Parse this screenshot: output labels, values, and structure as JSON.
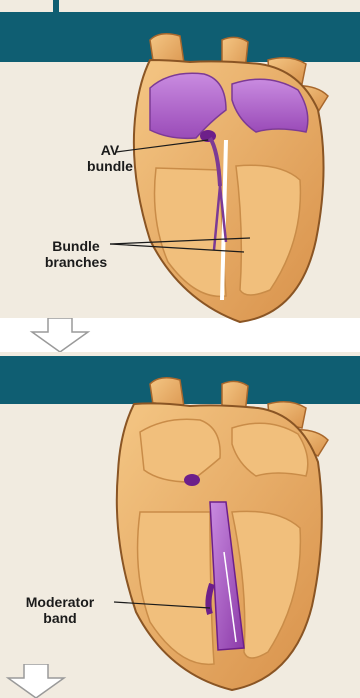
{
  "labels": {
    "av_bundle_line1": "AV",
    "av_bundle_line2": "bundle",
    "bundle_branches_line1": "Bundle",
    "bundle_branches_line2": "branches",
    "moderator_band_line1": "Moderator",
    "moderator_band_line2": "band"
  },
  "colors": {
    "band": "#0f5e72",
    "panel_background": "#f1ebe0",
    "heart_flesh": "#e8a862",
    "conduction_purple": "#8b3aa8",
    "highlight_purple": "#b86fd0"
  },
  "icons": {
    "down_arrow_top": "down-arrow-icon",
    "down_arrow_bottom": "down-arrow-icon"
  }
}
